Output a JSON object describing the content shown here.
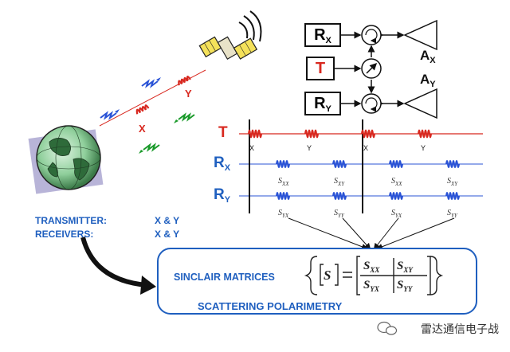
{
  "radar_chain": {
    "rx_label": "R",
    "rx_sub": "X",
    "t_label": "T",
    "ry_label": "R",
    "ry_sub": "Y",
    "ax_label": "A",
    "ax_sub": "X",
    "ay_label": "A",
    "ay_sub": "Y"
  },
  "timing": {
    "t_row": "T",
    "rx_row": "R",
    "rx_sub": "X",
    "ry_row": "R",
    "ry_sub": "Y",
    "pulse_labels": [
      "X",
      "Y",
      "X",
      "Y"
    ],
    "rx_samples": [
      {
        "s": "S",
        "sub": "XX"
      },
      {
        "s": "S",
        "sub": "XY"
      },
      {
        "s": "S",
        "sub": "XX"
      },
      {
        "s": "S",
        "sub": "XY"
      }
    ],
    "ry_samples": [
      {
        "s": "S",
        "sub": "YX"
      },
      {
        "s": "S",
        "sub": "YY"
      },
      {
        "s": "S",
        "sub": "YX"
      },
      {
        "s": "S",
        "sub": "YY"
      }
    ]
  },
  "beam": {
    "up_x": "X",
    "up_y": "Y"
  },
  "legend": {
    "transmitter_label": "TRANSMITTER:",
    "transmitter_value": "X & Y",
    "receivers_label": "RECEIVERS:",
    "receivers_value": "X & Y"
  },
  "summary": {
    "matrix_title": "SINCLAIR MATRICES",
    "s_symbol": "S",
    "sxx": "XX",
    "sxy": "XY",
    "syx": "YX",
    "syy": "YY",
    "footer": "SCATTERING POLARIMETRY"
  },
  "watermark": "雷达通信电子战",
  "colors": {
    "accent_blue": "#1f5fbf",
    "red": "#d8281f",
    "pulse_blue": "#2a53d6",
    "green": "#1a9a2a"
  }
}
